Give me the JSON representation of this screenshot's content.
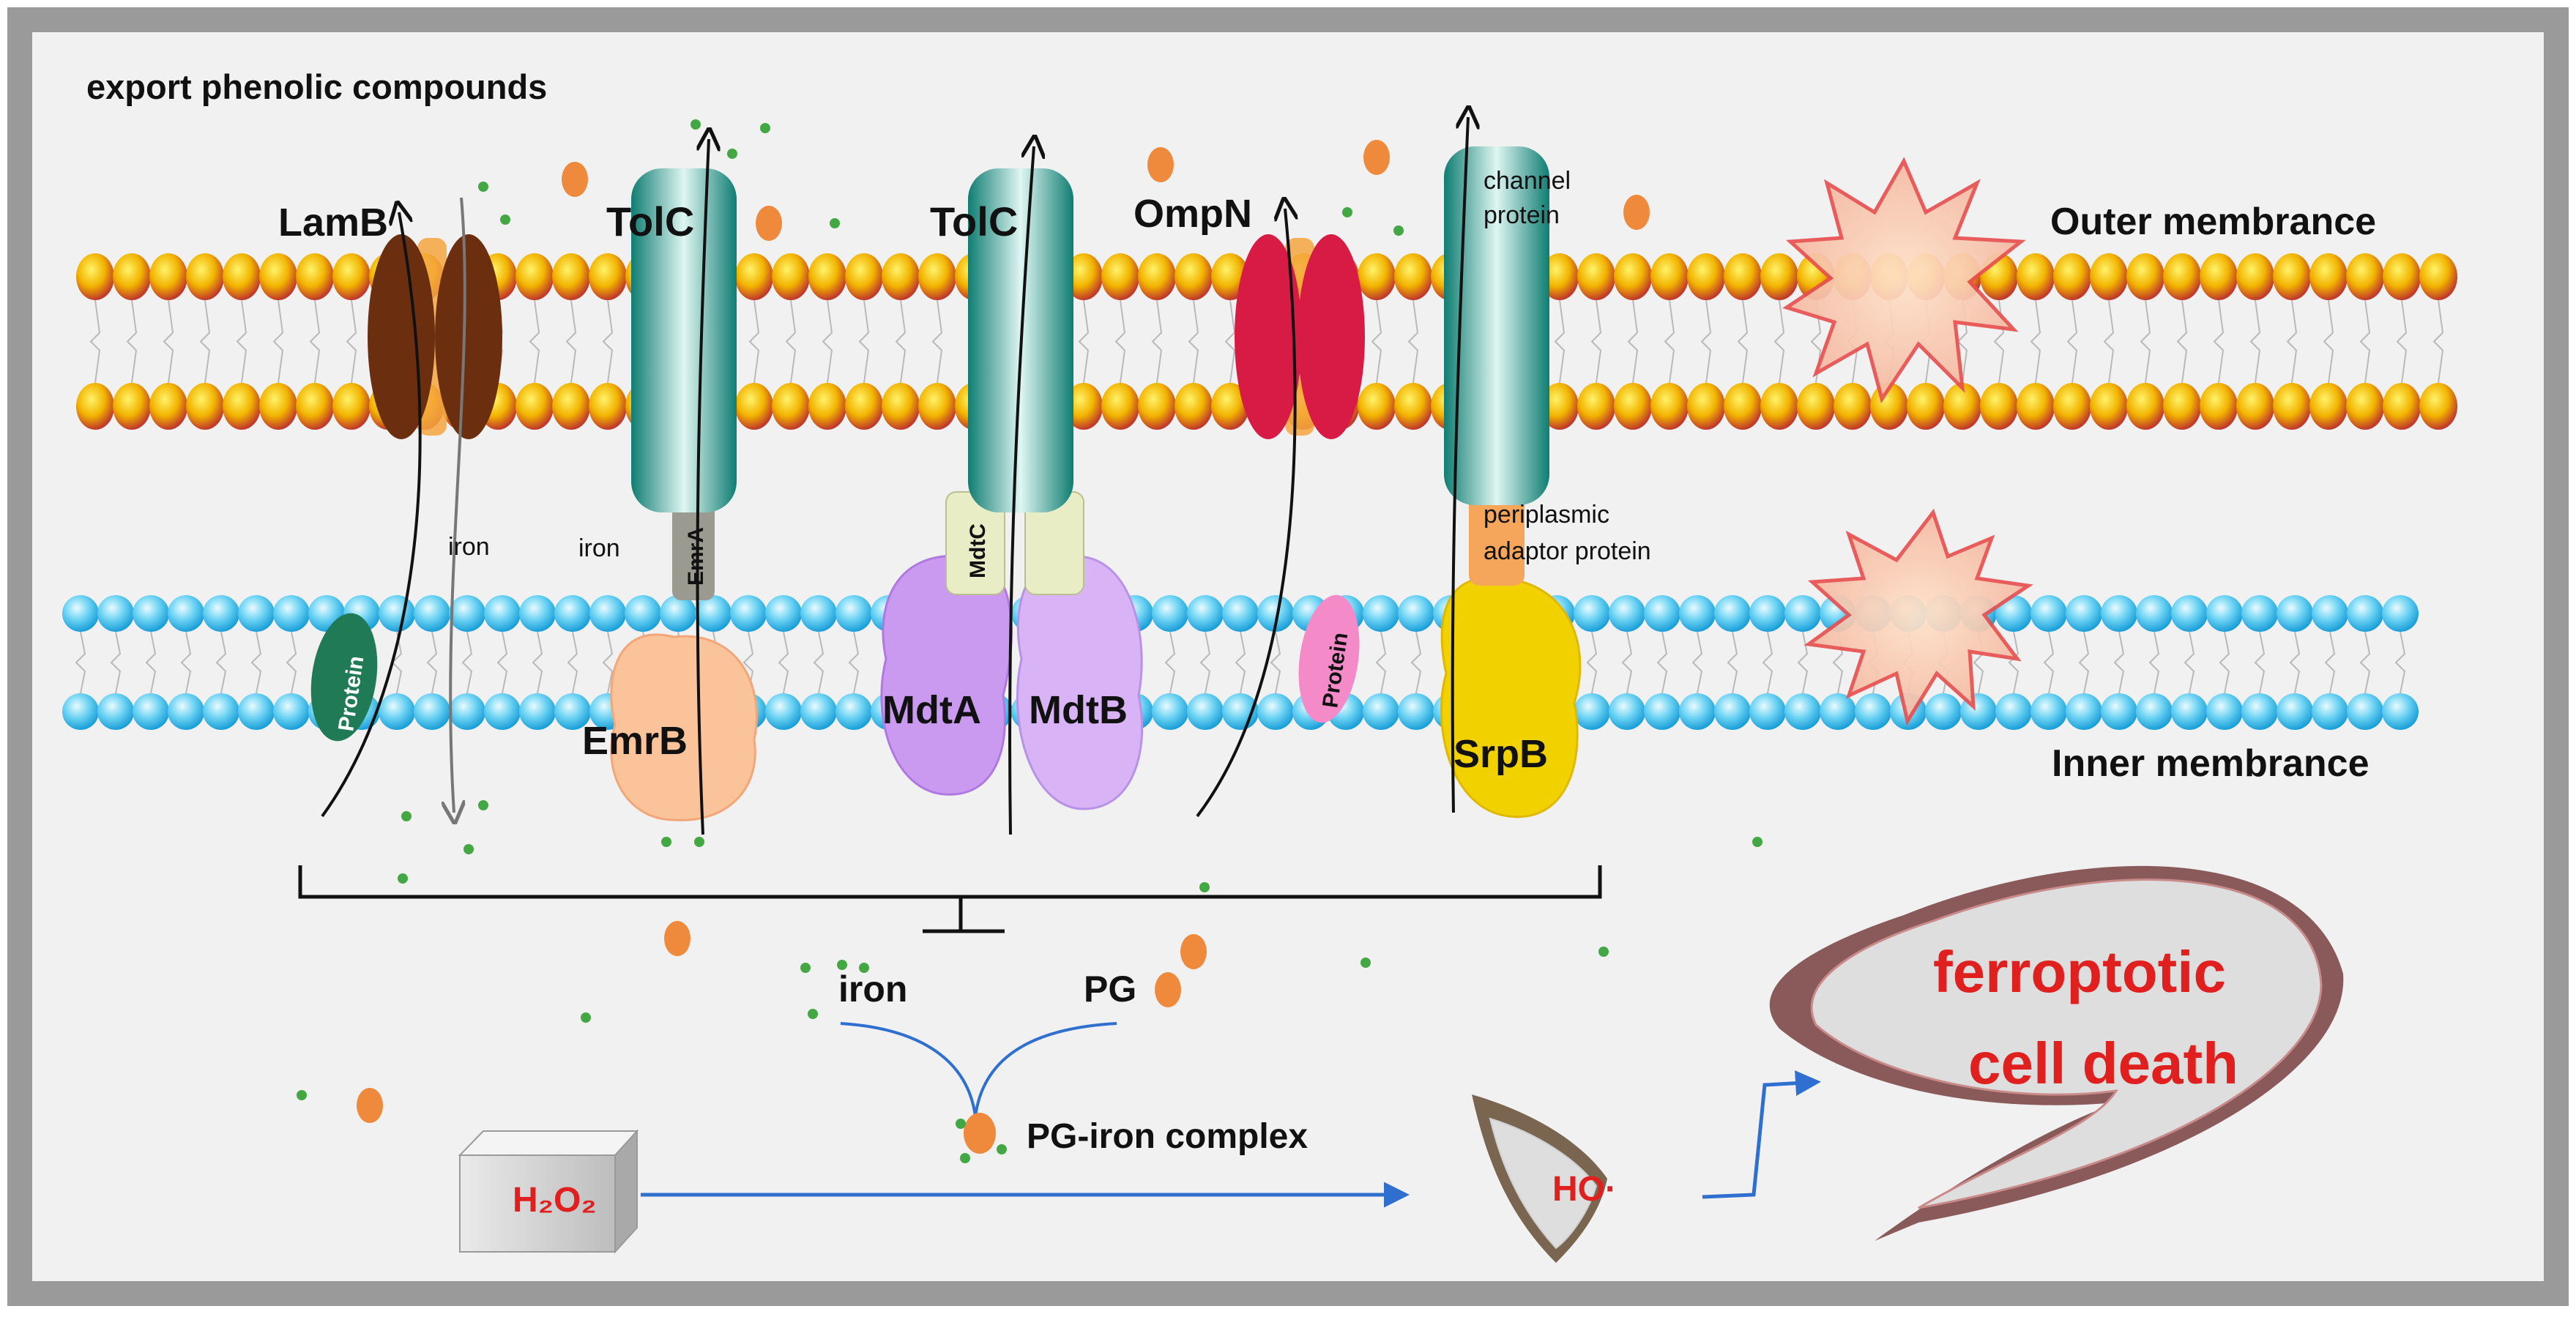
{
  "title": "export phenolic compounds",
  "membranes": {
    "outer": "Outer membrance",
    "inner": "Inner membrance"
  },
  "proteins": {
    "lamb": "LamB",
    "tolc_1": "TolC",
    "tolc_2": "TolC",
    "ompn": "OmpN",
    "emra": "EmrA",
    "emrb": "EmrB",
    "mdtc": "MdtC",
    "mdta": "MdtA",
    "mdtb": "MdtB",
    "srpb": "SrpB",
    "protein_left": "Protein",
    "protein_right": "Protein"
  },
  "annotations": {
    "iron_left": "iron",
    "iron_mid": "iron",
    "channel_protein": [
      "channel",
      "protein"
    ],
    "periplasmic_adaptor": [
      "periplasmic",
      "adaptor protein"
    ]
  },
  "pathway": {
    "iron": "iron",
    "pg": "PG",
    "complex": "PG-iron complex",
    "h2o2": "H₂O₂",
    "radical": "HO·",
    "death": [
      "ferroptotic",
      "cell death"
    ]
  },
  "colors": {
    "outer_lipid": "#f2b400",
    "outer_lipid_edge": "#c0392b",
    "inner_lipid": "#29b6e8",
    "tolc": "#1a9a8c",
    "lamb": "#6b2f0f",
    "ompn": "#d81b45",
    "emrb": "#fbc39a",
    "mdt": "#c99af0",
    "srpb": "#f2d100",
    "adaptor": "#f6a65a",
    "iron_dot": "#43a843",
    "pg_dot": "#ef8a3c",
    "death_text": "#e0201e",
    "arrow_blue": "#2f6fd0"
  }
}
